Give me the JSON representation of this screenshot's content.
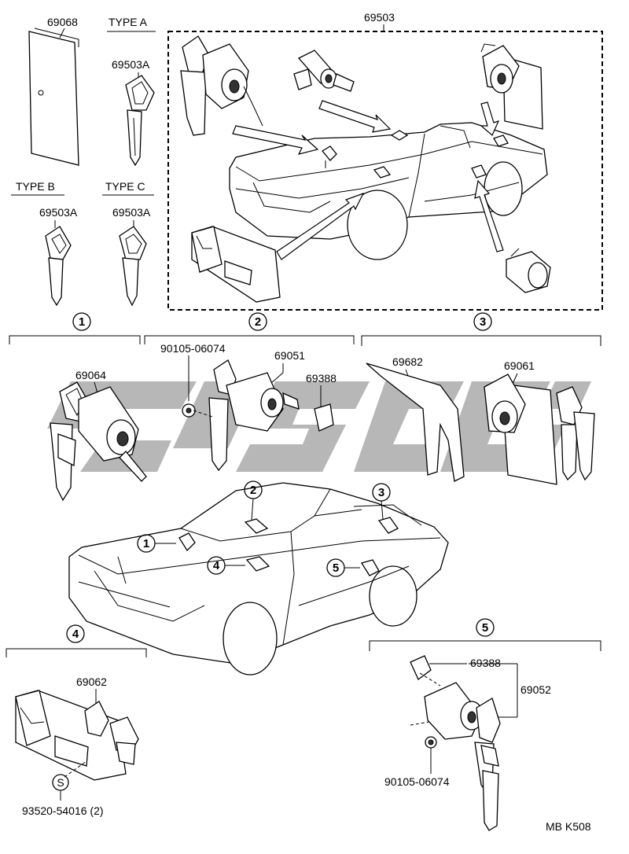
{
  "main": {
    "kit_part": "69503",
    "type_labels": [
      "TYPE A",
      "TYPE B",
      "TYPE C"
    ],
    "top_parts": {
      "plate": "69068",
      "key_a": "69503A",
      "key_b": "69503A",
      "key_c": "69503A"
    },
    "section_numbers": [
      "1",
      "2",
      "3",
      "4",
      "5"
    ],
    "section1": {
      "cylinder": "69064"
    },
    "section2": {
      "screw": "90105-06074",
      "cylinder": "69051",
      "clip": "69388"
    },
    "section3": {
      "cover": "69682",
      "cylinder": "69061"
    },
    "section4": {
      "cylinder": "69062",
      "screw_symbol": "S",
      "screw": "93520-54016 (2)"
    },
    "section5": {
      "clip": "69388",
      "cylinder": "69052",
      "screw": "90105-06074"
    },
    "car_callouts": [
      "1",
      "2",
      "3",
      "4",
      "5"
    ],
    "diagram_code": "MB K508"
  },
  "icons": {
    "watermark": "watermark-logo",
    "keys": "key-icon",
    "cylinders": "lock-cylinder-icon",
    "cars": "car-outline-icon"
  }
}
